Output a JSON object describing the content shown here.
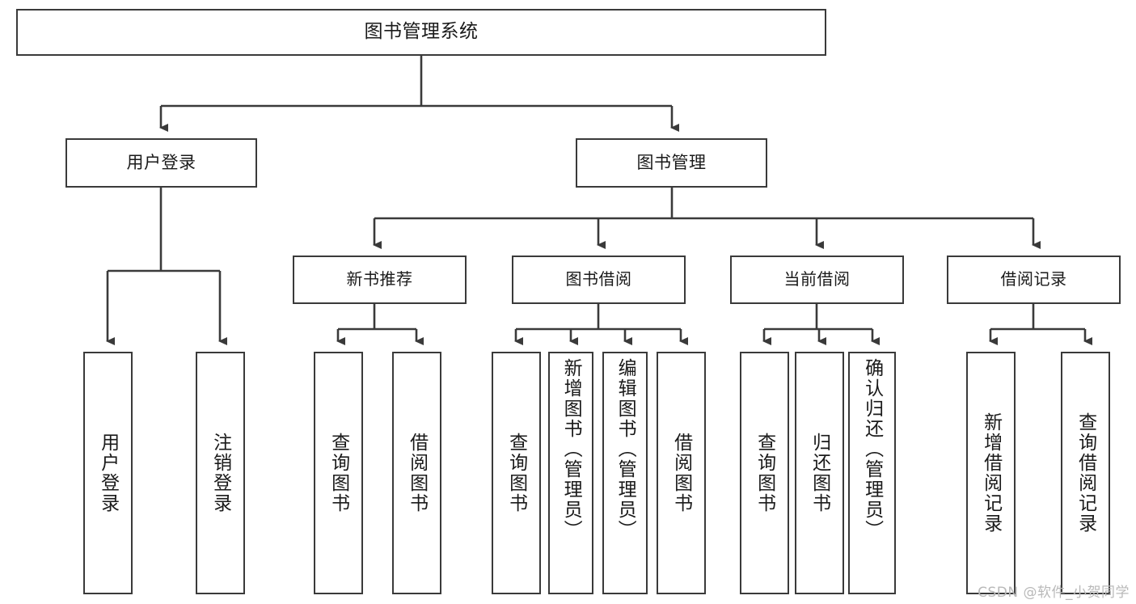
{
  "diagram": {
    "type": "hierarchy-tree",
    "title": "图书管理系统",
    "watermark": "CSDN @软件_小贺同学",
    "colors": {
      "stroke": "#3a3a3a",
      "background": "#ffffff",
      "text": "#1a1a1a",
      "watermark": "#b9b9b9"
    },
    "root": {
      "label": "图书管理系统"
    },
    "level1": [
      {
        "label": "用户登录"
      },
      {
        "label": "图书管理"
      }
    ],
    "level2": [
      {
        "label": "新书推荐"
      },
      {
        "label": "图书借阅"
      },
      {
        "label": "当前借阅"
      },
      {
        "label": "借阅记录"
      }
    ],
    "leaves": {
      "user_login": [
        {
          "label": "用户登录"
        },
        {
          "label": "注销登录"
        }
      ],
      "new_book_recommend": [
        {
          "label": "查询图书"
        },
        {
          "label": "借阅图书"
        }
      ],
      "book_borrow": [
        {
          "label": "查询图书"
        },
        {
          "label": "新增图书（管理员）"
        },
        {
          "label": "编辑图书（管理员）"
        },
        {
          "label": "借阅图书"
        }
      ],
      "current_borrow": [
        {
          "label": "查询图书"
        },
        {
          "label": "归还图书"
        },
        {
          "label": "确认归还（管理员）"
        }
      ],
      "borrow_record": [
        {
          "label": "新增借阅记录"
        },
        {
          "label": "查询借阅记录"
        }
      ]
    }
  }
}
